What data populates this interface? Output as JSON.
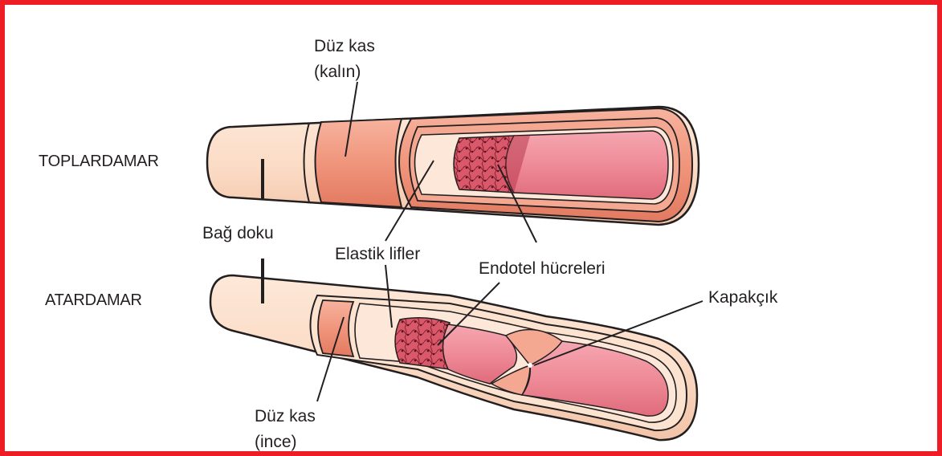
{
  "vessels": {
    "vein_label": "TOPLARDAMAR",
    "artery_label": "ATARDAMAR"
  },
  "labels": {
    "smooth_muscle_thick_line1": "Düz kas",
    "smooth_muscle_thick_line2": "(kalın)",
    "connective_tissue": "Bağ doku",
    "elastic_fibers": "Elastik lifler",
    "endothelial_cells": "Endotel hücreleri",
    "valve": "Kapakçık",
    "smooth_muscle_thin_line1": "Düz kas",
    "smooth_muscle_thin_line2": "(ince)"
  },
  "colors": {
    "frame_border": "#ee1c24",
    "outer_layer": "#fbdcc6",
    "muscle_layer": "#f0957c",
    "elastic_layer": "#fde7d9",
    "endothelium": "#d9586a",
    "lumen": "#ef8b98",
    "outline": "#231f20"
  }
}
